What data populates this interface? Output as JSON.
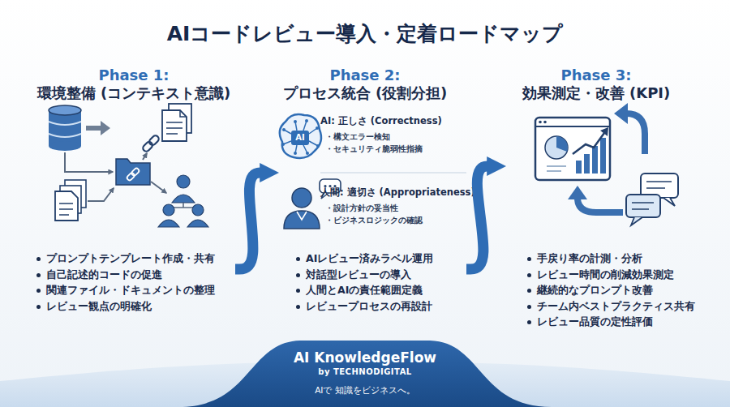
{
  "diagram": {
    "title": "AIコードレビュー導入・定着ロードマップ",
    "nodes": [
      {
        "text": [
          "Phase 1:",
          "環境整備 (コンテキスト意識)",
          "プロンプトテンプレート作成・共有",
          "自己記述的コードの促進",
          "関連ファイル・ドキュメントの整理",
          "レビュー観点の明確化"
        ]
      },
      {
        "text": [
          "Phase 2:",
          "プロセス統合 (役割分担)",
          "AIレビュー済みラベル運用",
          "対話型レビューの導入",
          "人間とAIの責任範囲定義",
          "レビュープロセスの再設計"
        ]
      },
      {
        "text": [
          "AI: 正しさ (Correctness)",
          "・構文エラー検知",
          "・セキュリティ脆弱性指摘"
        ],
        "in": 1
      },
      {
        "text": [
          "人間: 適切さ (Appropriateness)",
          "・設計方針の妥当性",
          "・ビジネスロジックの確認"
        ],
        "in": 1
      },
      {
        "text": [
          "Phase 3:",
          "効果測定・改善 (KPI)",
          "手戻り率の計測・分析",
          "レビュー時間の削減効果測定",
          "継続的なプロンプト改善",
          "チーム内ベストプラクティス共有",
          "レビュー品質の定性評価"
        ]
      },
      {
        "text": [
          "AI KnowledgeFlow",
          "by TECHNODIGITAL",
          "AIで 知識をビジネスへ。"
        ]
      }
    ],
    "edges": [
      {
        "from": 0,
        "to": 1,
        "arrow": "to"
      },
      {
        "from": 1,
        "to": 4,
        "arrow": "to"
      }
    ],
    "labels": [
      "AI"
    ]
  }
}
